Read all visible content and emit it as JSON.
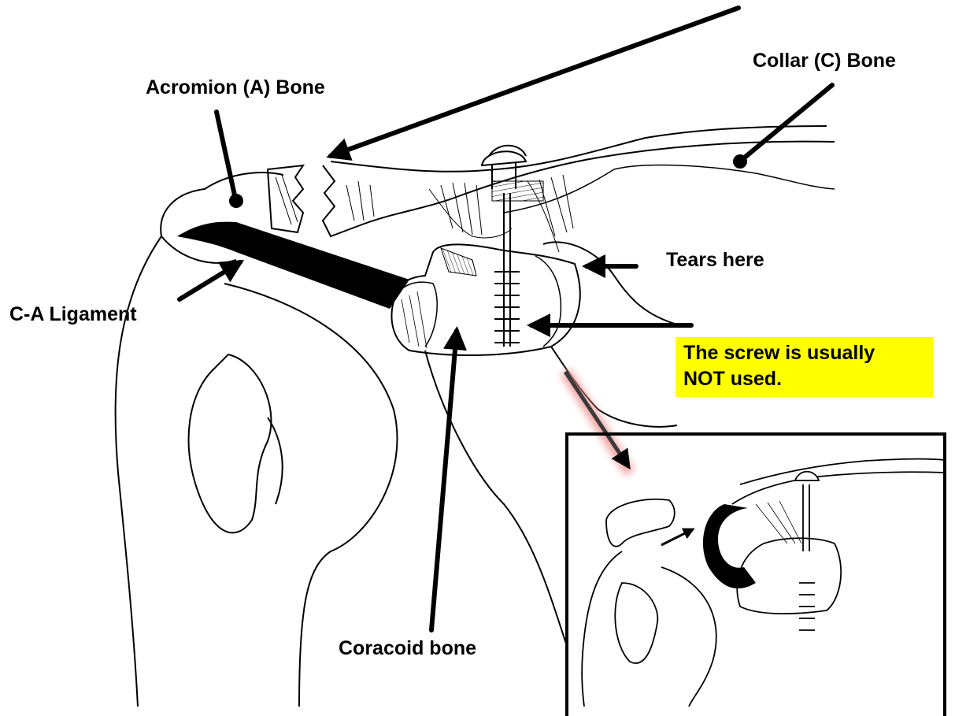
{
  "labels": {
    "collar": "Collar (C) Bone",
    "acromion": "Acromion (A) Bone",
    "tears": "Tears here",
    "ca_ligament": "C-A Ligament",
    "coracoid": "Coracoid bone"
  },
  "note": {
    "line1": "The screw is usually",
    "line2": "NOT used.",
    "background": "#ffff00"
  },
  "colors": {
    "ink": "#000000",
    "highlight_arrow": "#3a3a3a",
    "glow": "#f08a8a"
  }
}
